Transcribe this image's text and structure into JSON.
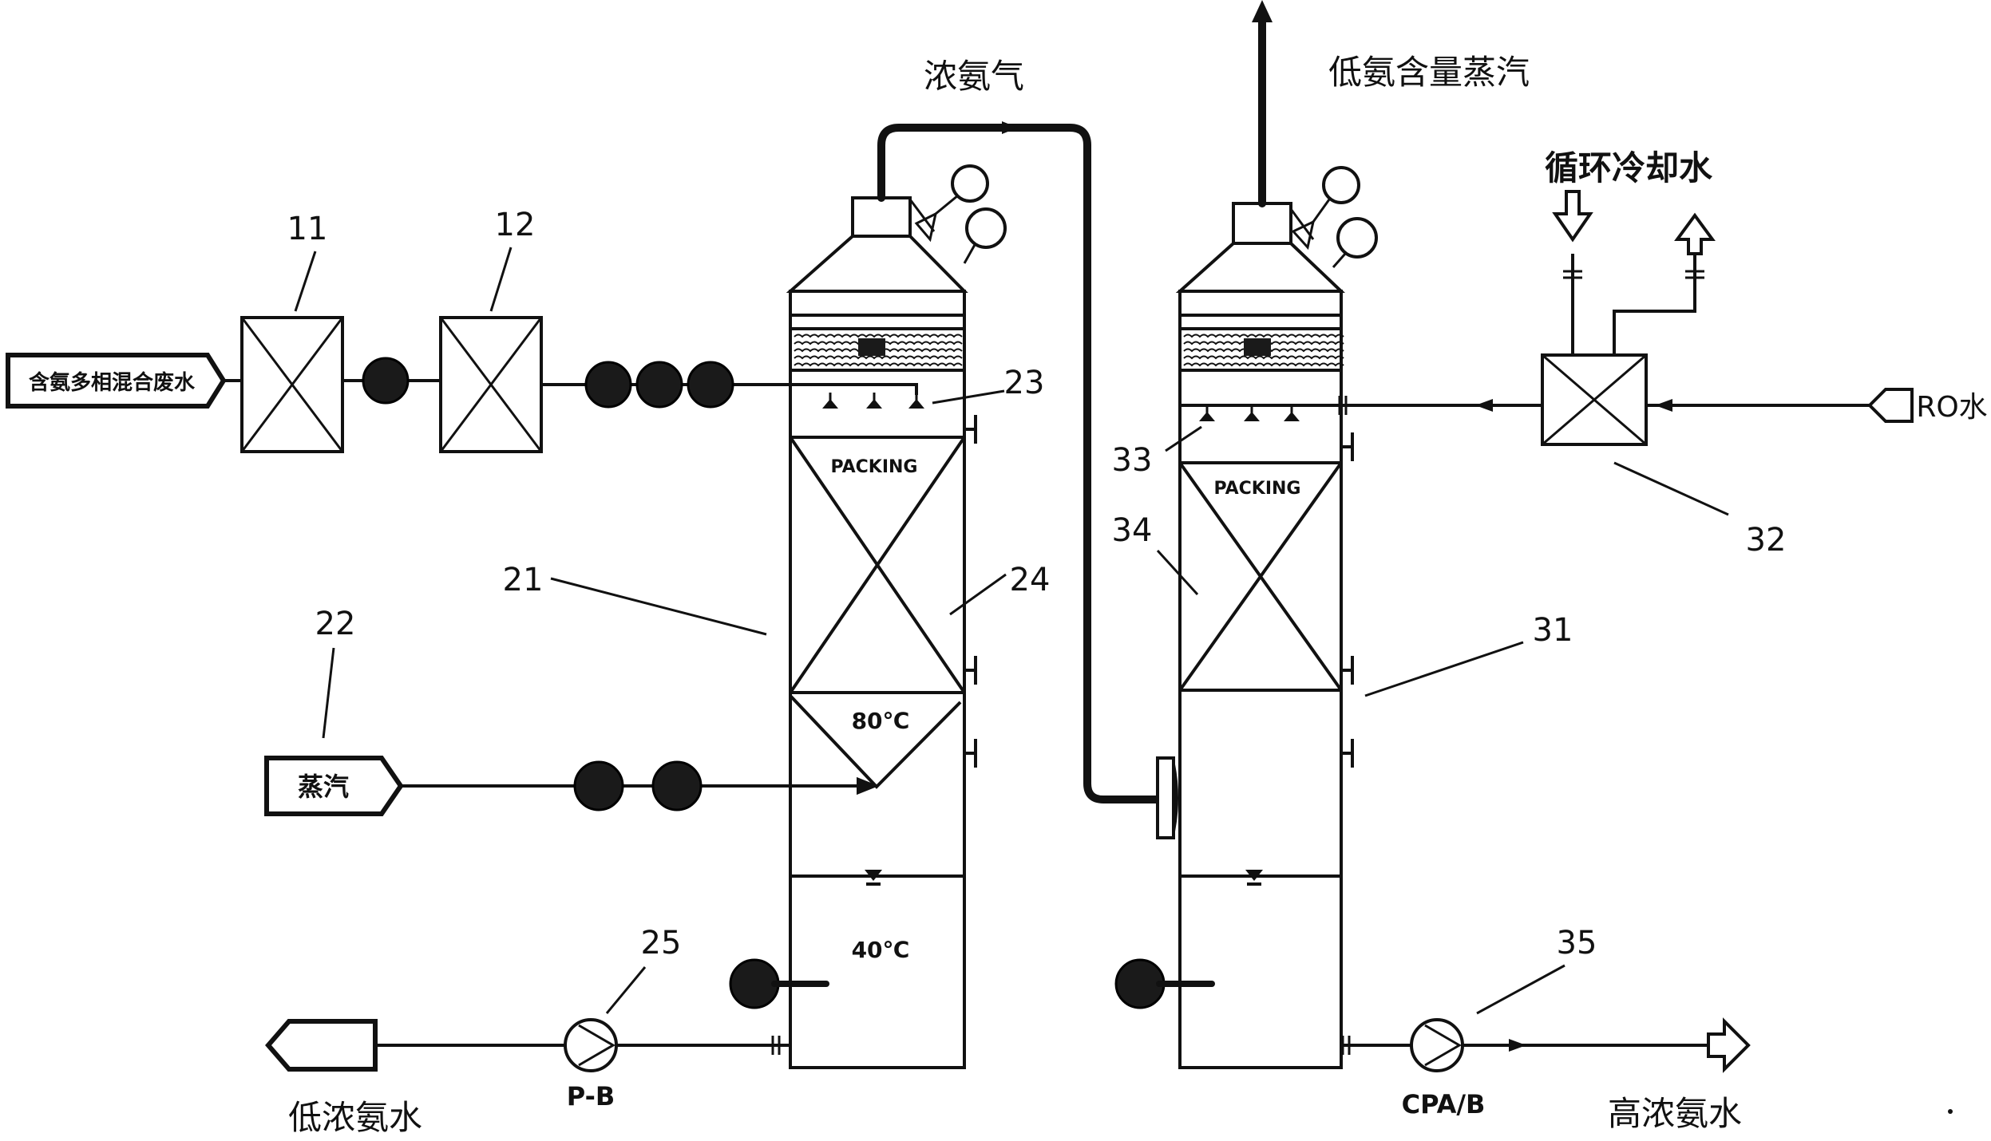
{
  "labels": {
    "feed_inlet": "含氨多相混合废水",
    "steam_inlet": "蒸汽",
    "ammonia_gas": "浓氨气",
    "low_ammonia_steam": "低氨含量蒸汽",
    "cooling_water": "循环冷却水",
    "ro_water": "RO水",
    "low_ammonia_water": "低浓氨水",
    "high_ammonia_water": "高浓氨水",
    "pump1": "P-B",
    "pump2": "CPA/B",
    "packing1": "PACKING",
    "packing2": "PACKING",
    "temp_mid": "80℃",
    "temp_bottom": "40℃"
  },
  "numbers": {
    "n11": "11",
    "n12": "12",
    "n21": "21",
    "n22": "22",
    "n23": "23",
    "n24": "24",
    "n25": "25",
    "n31": "31",
    "n32": "32",
    "n33": "33",
    "n34": "34",
    "n35": "35"
  }
}
